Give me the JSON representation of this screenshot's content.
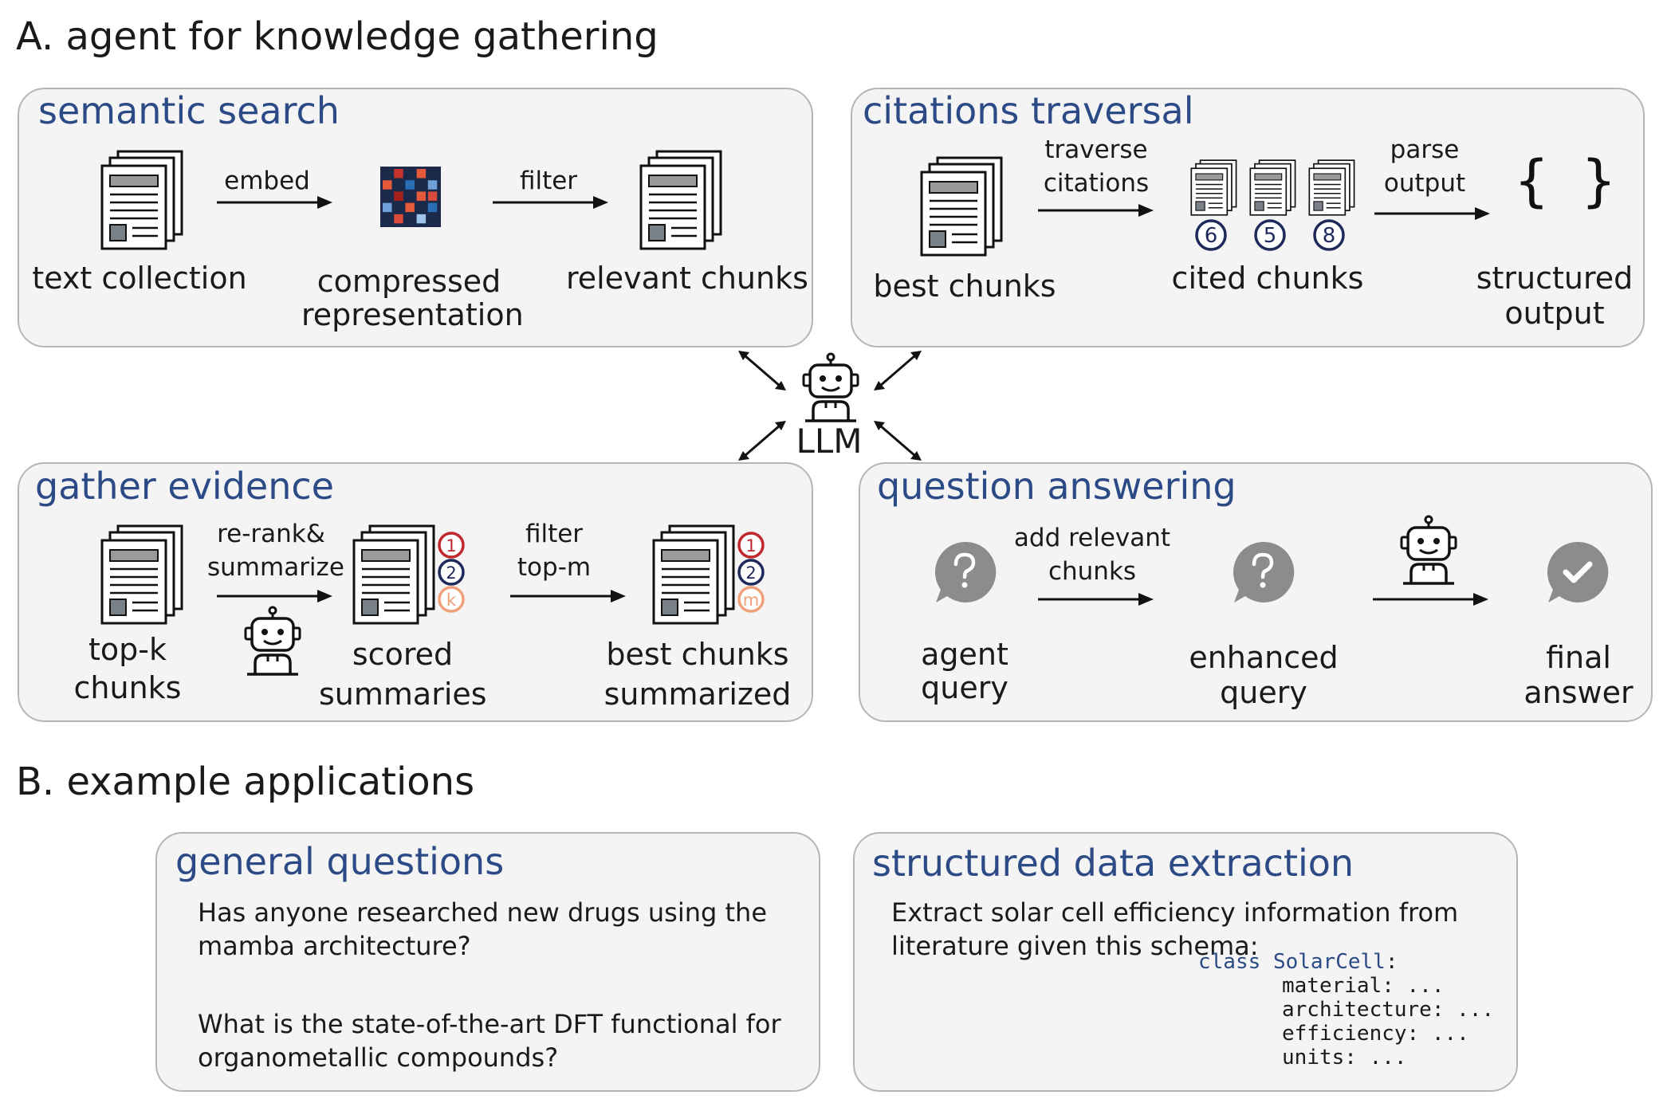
{
  "section_a": {
    "title": "A. agent for knowledge gathering"
  },
  "semantic_search": {
    "title": "semantic search",
    "text_collection": "text collection",
    "embed": "embed",
    "compressed_line1": "compressed",
    "compressed_line2": "representation",
    "filter": "filter",
    "relevant_chunks": "relevant chunks"
  },
  "citations": {
    "title": "citations traversal",
    "best_chunks": "best chunks",
    "traverse_line1": "traverse",
    "traverse_line2": "citations",
    "cited_chunks": "cited chunks",
    "badges": [
      "6",
      "5",
      "8"
    ],
    "parse_line1": "parse",
    "parse_line2": "output",
    "braces": "{ }",
    "structured_line1": "structured",
    "structured_line2": "output"
  },
  "llm": {
    "label": "LLM"
  },
  "gather": {
    "title": "gather evidence",
    "topk_line1": "top-k",
    "topk_line2": "chunks",
    "rerank_line1": "re-rank&",
    "rerank_line2": "summarize",
    "scored_line1": "scored",
    "scored_line2": "summaries",
    "ranks_scored": [
      "1",
      "2",
      "k"
    ],
    "filter_line1": "filter",
    "filter_line2": "top-m",
    "best_line1": "best chunks",
    "best_line2": "summarized",
    "ranks_best": [
      "1",
      "2",
      "m"
    ]
  },
  "qa": {
    "title": "question answering",
    "agent_line1": "agent",
    "agent_line2": "query",
    "add_line1": "add relevant",
    "add_line2": "chunks",
    "enhanced_line1": "enhanced",
    "enhanced_line2": "query",
    "final_line1": "final",
    "final_line2": "answer"
  },
  "section_b": {
    "title": "B. example applications"
  },
  "general": {
    "title": "general questions",
    "q1": "Has anyone researched new drugs using the mamba architecture?",
    "q2": "What is the state-of-the-art DFT functional for organometallic compounds?"
  },
  "extraction": {
    "title": "structured data extraction",
    "text": "Extract solar cell efficiency information from literature given this schema:",
    "code_kw": "class",
    "code_cls": "SolarCell",
    "code_colon": ":",
    "fields": [
      "material: ...",
      "architecture: ...",
      "efficiency: ...",
      "units: ..."
    ]
  },
  "colors": {
    "title_blue": "#2b4a86",
    "panel_bg": "#f4f4f4",
    "rank1_red": "#c0282d",
    "rank2_navy": "#1f2a5c",
    "rank3_salmon": "#f0a07a",
    "bubble_gray": "#8c8c8c"
  },
  "icons": [
    "document-stack-icon",
    "heatmap-icon",
    "robot-icon",
    "question-bubble-icon",
    "check-bubble-icon",
    "curly-braces-icon",
    "bidirectional-arrow-icon"
  ]
}
